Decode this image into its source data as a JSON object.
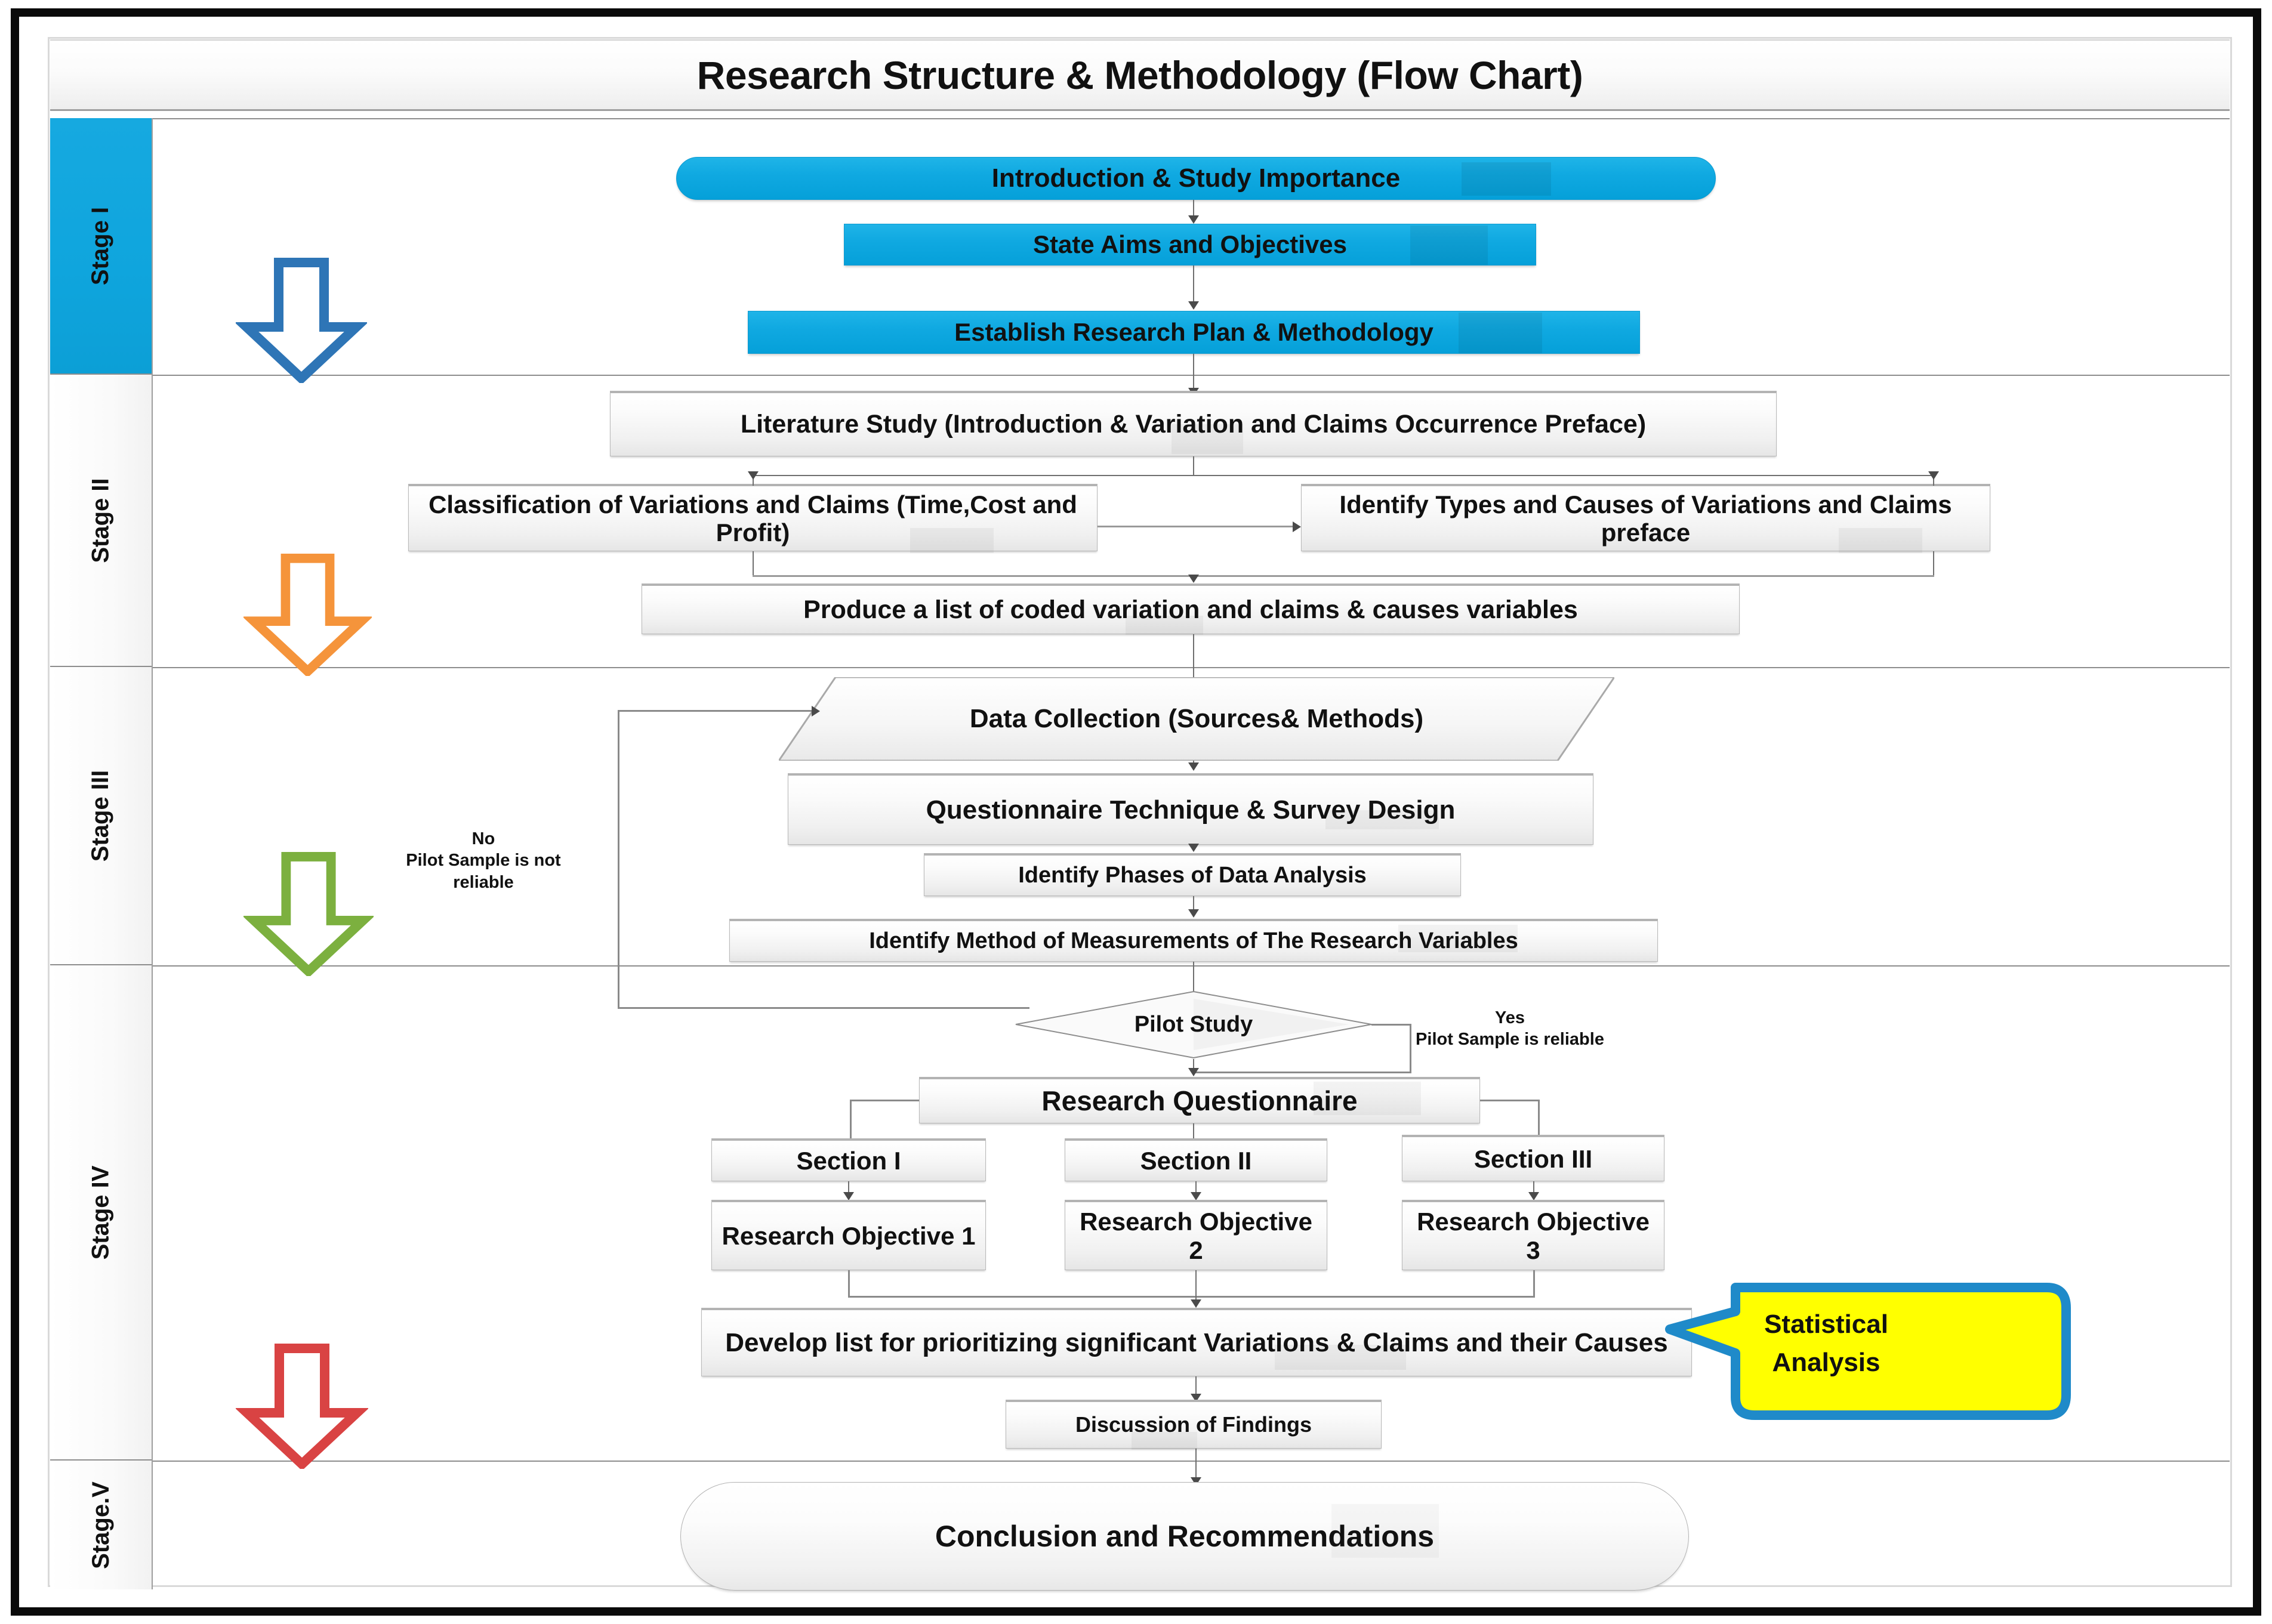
{
  "title": "Research Structure & Methodology (Flow Chart)",
  "stages": [
    {
      "id": "stage-1",
      "label": "Stage I",
      "accent": "#0FA5DD",
      "arrow_color": "#2E75B6"
    },
    {
      "id": "stage-2",
      "label": "Stage II",
      "accent": "#FFFFFF",
      "arrow_color": "#F5943B"
    },
    {
      "id": "stage-3",
      "label": "Stage III",
      "accent": "#FFFFFF",
      "arrow_color": "#7CB03F"
    },
    {
      "id": "stage-4",
      "label": "Stage IV",
      "accent": "#FFFFFF",
      "arrow_color": "#D94343"
    },
    {
      "id": "stage-5",
      "label": "Stage.V",
      "accent": "#FFFFFF",
      "arrow_color": ""
    }
  ],
  "nodes": {
    "introduction": "Introduction & Study Importance",
    "aims": "State Aims and Objectives",
    "plan": "Establish Research Plan & Methodology",
    "literature": "Literature Study (Introduction & Variation and Claims Occurrence Preface)",
    "classification": "Classification of Variations and Claims (Time,Cost and Profit)",
    "identify_types": "Identify Types and Causes of Variations and Claims preface",
    "coded_list": "Produce a list of coded variation and claims & causes variables",
    "data_collection": "Data Collection (Sources& Methods)",
    "questionnaire_tech": "Questionnaire Technique & Survey Design",
    "phases": "Identify Phases of Data Analysis",
    "measurements": "Identify Method of Measurements of The Research Variables",
    "pilot_study": "Pilot Study",
    "research_questionnaire": "Research Questionnaire",
    "section_1": "Section I",
    "section_2": "Section II",
    "section_3": "Section III",
    "objective_1": "Research Objective 1",
    "objective_2": "Research Objective 2",
    "objective_3": "Research Objective  3",
    "develop_list": "Develop list for prioritizing significant Variations & Claims and their Causes",
    "discussion": "Discussion of Findings",
    "conclusion": "Conclusion and Recommendations"
  },
  "decision_labels": {
    "no_line1": "No",
    "no_line2": "Pilot Sample is not",
    "no_line3": "reliable",
    "yes_line1": "Yes",
    "yes_line2": "Pilot Sample is  reliable"
  },
  "callout": {
    "line1": "Statistical",
    "line2": "Analysis",
    "fill": "#FFFF00",
    "stroke": "#1F8AC9"
  },
  "colors": {
    "cyan_node": "#10A9E1",
    "grey_node": "#F0F0F0",
    "frame": "#0A0A0A",
    "connector": "#6F6F6F"
  }
}
